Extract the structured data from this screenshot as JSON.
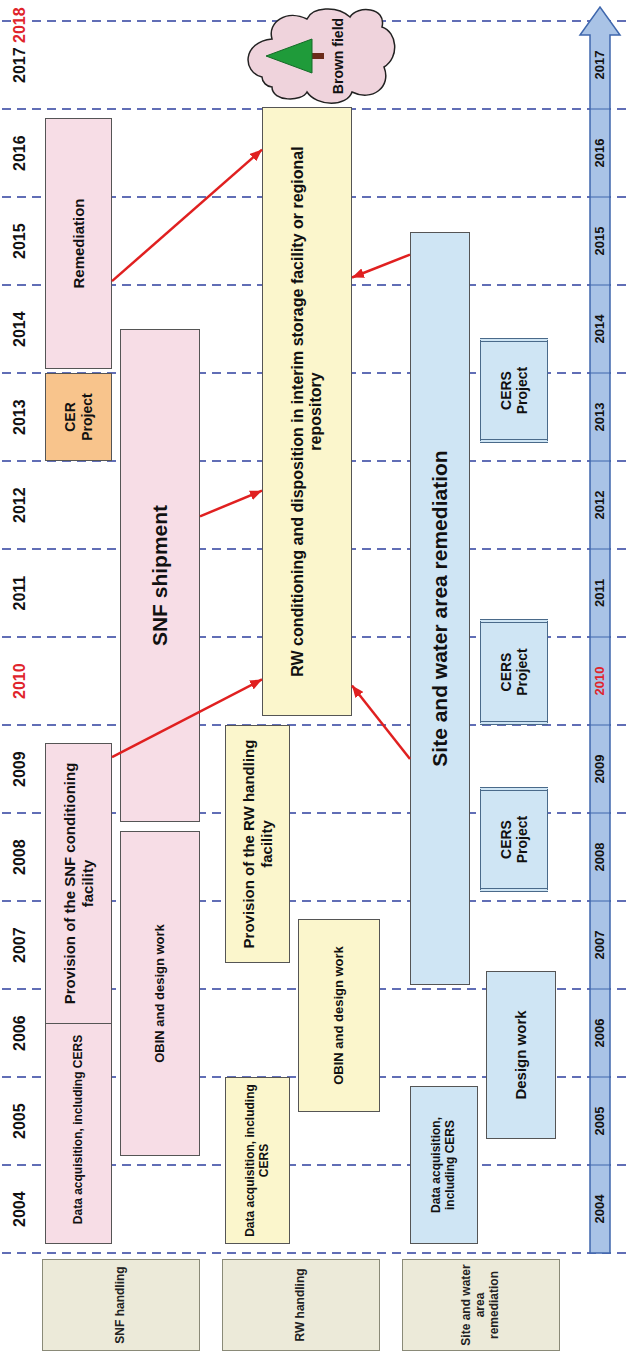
{
  "diagram": {
    "nodes": [
      {
        "text": [
          "SNF handling"
        ]
      },
      {
        "text": [
          "RW handling"
        ]
      },
      {
        "text": [
          "Site and water area remediation"
        ]
      },
      {
        "text": [
          "Data acquisition, including CERS"
        ]
      },
      {
        "text": [
          "OBIN and design work"
        ]
      },
      {
        "text": [
          "Provision of the SNF conditioning facility"
        ]
      },
      {
        "text": [
          "SNF shipment"
        ]
      },
      {
        "text": [
          "CER Project"
        ]
      },
      {
        "text": [
          "Remediation"
        ]
      },
      {
        "text": [
          "Data acquisition, including CERS"
        ]
      },
      {
        "text": [
          "OBIN and design work"
        ]
      },
      {
        "text": [
          "Provision of the RW handling facility"
        ]
      },
      {
        "text": [
          "RW conditioning and disposition in interim storage facility or regional repository"
        ]
      },
      {
        "text": [
          "Data acquisition, including CERS"
        ]
      },
      {
        "text": [
          "Design work"
        ]
      },
      {
        "text": [
          "Site and water area remediation"
        ]
      },
      {
        "text": [
          "CERS Project"
        ]
      },
      {
        "text": [
          "CERS Project"
        ]
      },
      {
        "text": [
          "CERS Project"
        ]
      },
      {
        "text": [
          "Brown field"
        ]
      }
    ],
    "edges": [
      {
        "from": 5,
        "to": 12,
        "arrow": "to"
      },
      {
        "from": 6,
        "to": 12,
        "arrow": "to"
      },
      {
        "from": 8,
        "to": 12,
        "arrow": "to"
      },
      {
        "from": 15,
        "to": 12,
        "arrow": "to"
      },
      {
        "from": 15,
        "to": 12,
        "arrow": "to"
      }
    ],
    "labels": [
      "2004",
      "2005",
      "2006",
      "2007",
      "2008",
      "2009",
      "2010",
      "2011",
      "2012",
      "2013",
      "2014",
      "2015",
      "2016",
      "2017",
      "2018",
      "2004",
      "2005",
      "2006",
      "2007",
      "2008",
      "2009",
      "2010",
      "2011",
      "2012",
      "2013",
      "2014",
      "2015",
      "2016",
      "2017"
    ]
  }
}
